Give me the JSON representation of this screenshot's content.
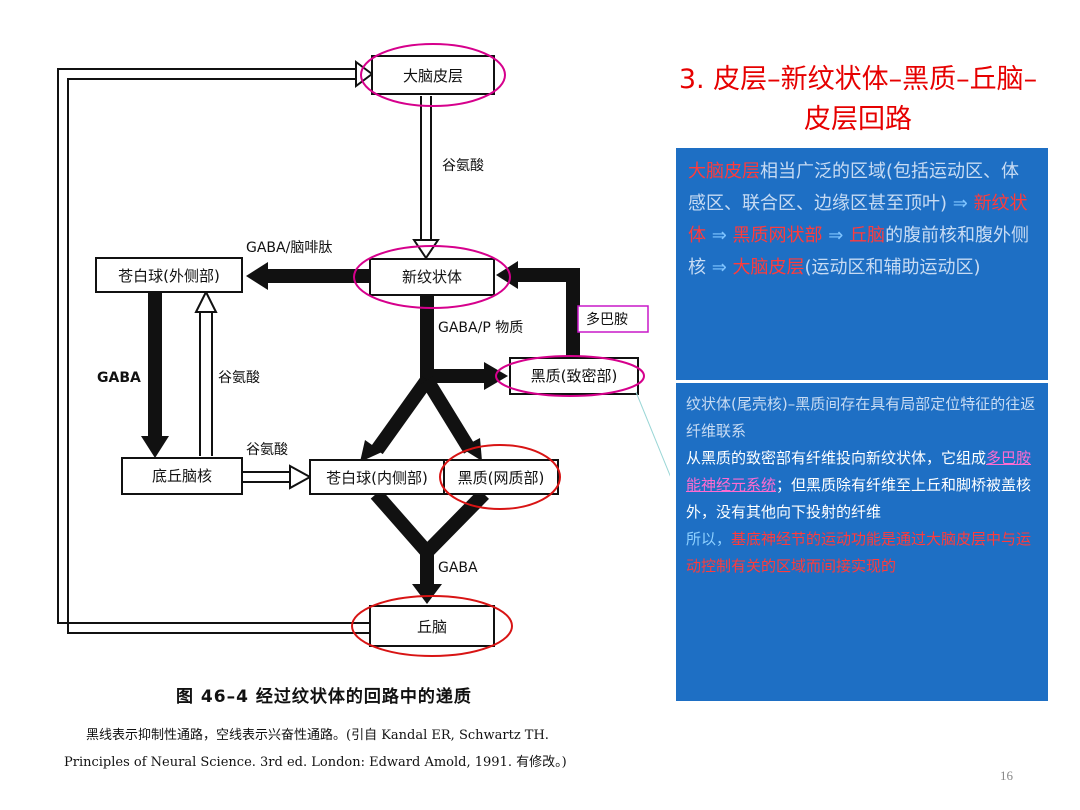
{
  "diagram": {
    "nodes": {
      "cortex": "大脑皮层",
      "striatum": "新纹状体",
      "gp_ext": "苍白球(外侧部)",
      "snc": "黑质(致密部)",
      "stn": "底丘脑核",
      "gp_int": "苍白球(内侧部)",
      "snr": "黑质(网质部)",
      "thalamus": "丘脑"
    },
    "edge_labels": {
      "glutamate_cortex": "谷氨酸",
      "gaba_enk": "GABA/脑啡肽",
      "gaba_p": "GABA/P 物质",
      "dopamine": "多巴胺",
      "gaba_left": "GABA",
      "glutamate_left": "谷氨酸",
      "glutamate_stn": "谷氨酸",
      "gaba_bottom": "GABA"
    }
  },
  "caption": {
    "title": "图 46–4   经过纹状体的回路中的递质",
    "line1": "黑线表示抑制性通路，空线表示兴奋性通路。(引自 Kandal ER, Schwartz TH.",
    "line2": "Principles of Neural Science. 3rd ed. London: Edward Amold, 1991. 有修改。)"
  },
  "slide": {
    "title": "3. 皮层–新纹状体–黑质–丘脑–皮层回路",
    "box1": {
      "t1": "大脑皮层",
      "t2": "相当广泛的区域(包括运动区、体感区、联合区、边缘区甚至顶叶)",
      "arrow": " ⇒ ",
      "t3": "新纹状体",
      "t4": "黑质网状部",
      "t5": "丘脑",
      "t6": "的腹前核和腹外侧核",
      "t7": "大脑皮层",
      "t8": "(运动区和辅助运动区)"
    },
    "box2": {
      "p1": "纹状体(尾壳核)–黑质间存在具有局部定位特征的往返纤维联系",
      "p2a": "从黑质的致密部有纤维投向新纹状体，它组成",
      "p2link": "多巴胺能神经元系统",
      "p2b": "；但黑质除有纤维至上丘和脚桥被盖核外，没有其他向下投射的纤维",
      "p3a": "所以，",
      "p3b": "基底神经节的运动功能是通过大脑皮层中与运动控制有关的区域而间接实现的"
    },
    "page_number": "16"
  },
  "colors": {
    "accent_red": "#e60000",
    "box_blue": "#1e6fc4",
    "ellipse_magenta": "#d6008c",
    "ellipse_red": "#d81414"
  }
}
